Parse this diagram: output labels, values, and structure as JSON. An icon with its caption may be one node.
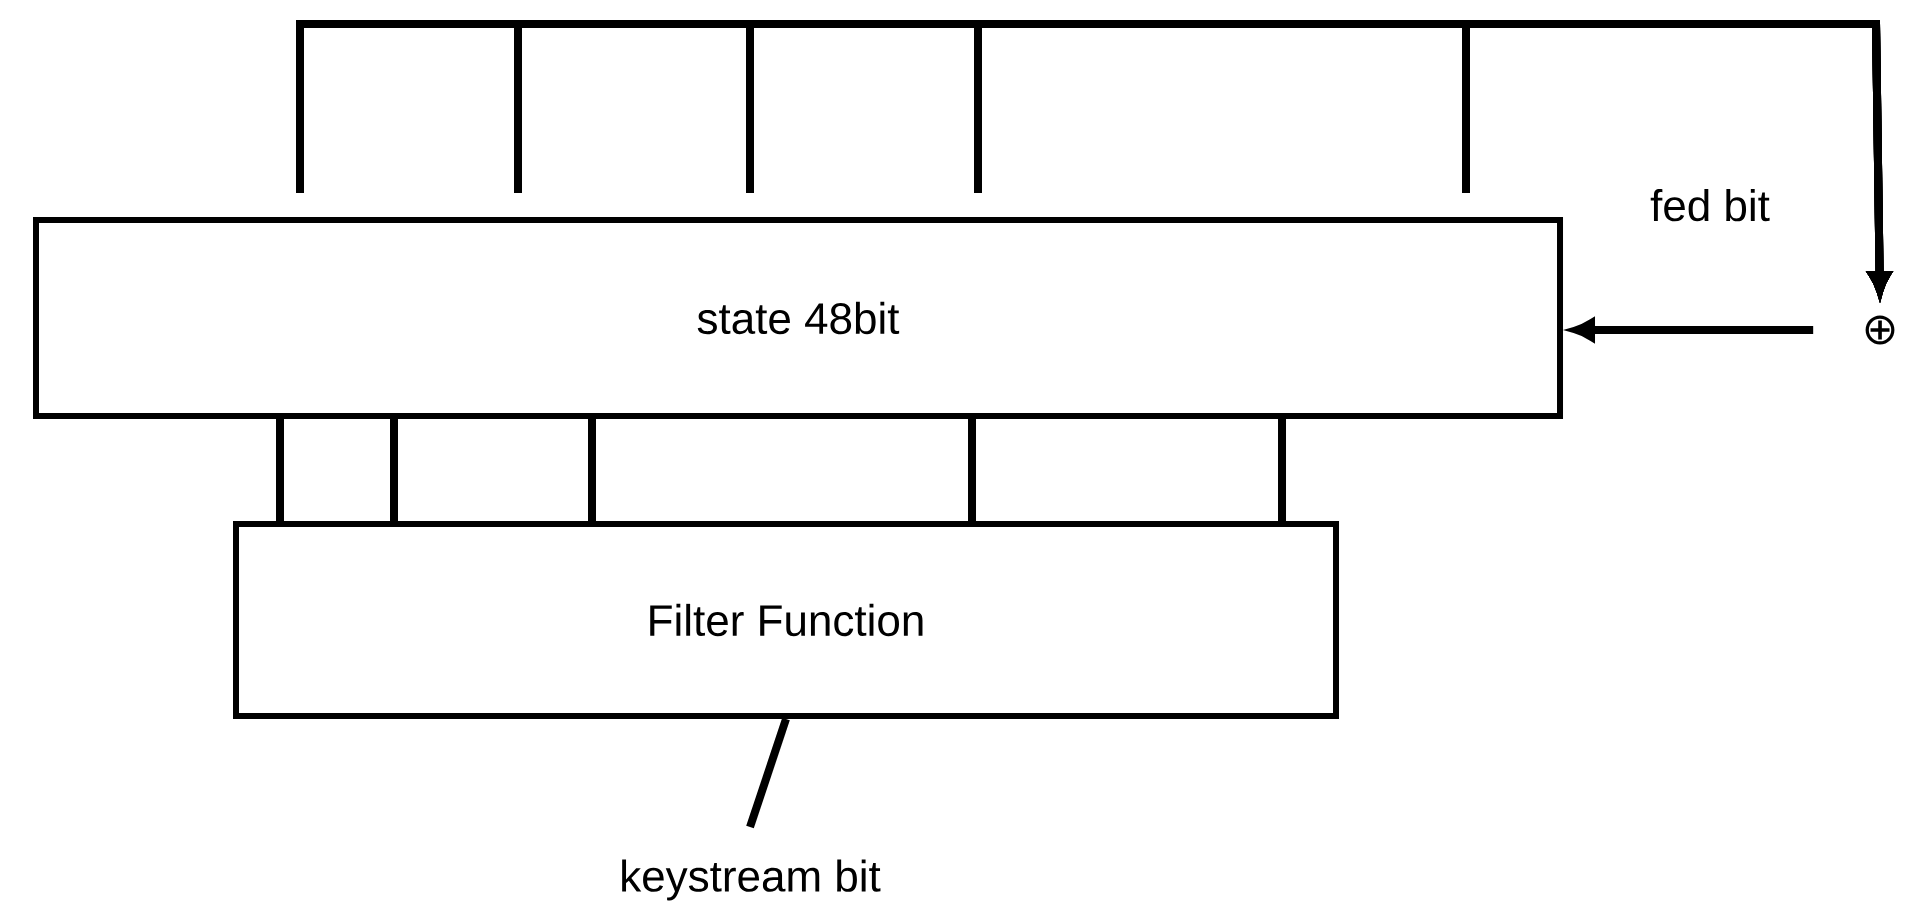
{
  "diagram": {
    "nodes": [
      {
        "text": [
          "state 48bit"
        ]
      },
      {
        "text": [
          "Filter Function"
        ]
      },
      {
        "text": [
          "⊕"
        ]
      },
      {
        "text": [
          "keystream bit"
        ]
      }
    ],
    "edges": [
      {
        "from": 0,
        "to": 2,
        "arrow": "to"
      },
      {
        "from": 0,
        "to": 2,
        "arrow": "to"
      },
      {
        "from": 0,
        "to": 2,
        "arrow": "to"
      },
      {
        "from": 0,
        "to": 2,
        "arrow": "to"
      },
      {
        "from": 0,
        "to": 2,
        "arrow": "to"
      },
      {
        "from": 2,
        "to": 0,
        "arrow": "to",
        "label": "fed bit"
      },
      {
        "from": 0,
        "to": 1,
        "arrow": "none"
      },
      {
        "from": 0,
        "to": 1,
        "arrow": "none"
      },
      {
        "from": 0,
        "to": 1,
        "arrow": "none"
      },
      {
        "from": 0,
        "to": 1,
        "arrow": "none"
      },
      {
        "from": 0,
        "to": 1,
        "arrow": "none"
      },
      {
        "from": 1,
        "to": 3,
        "arrow": "none"
      }
    ]
  }
}
